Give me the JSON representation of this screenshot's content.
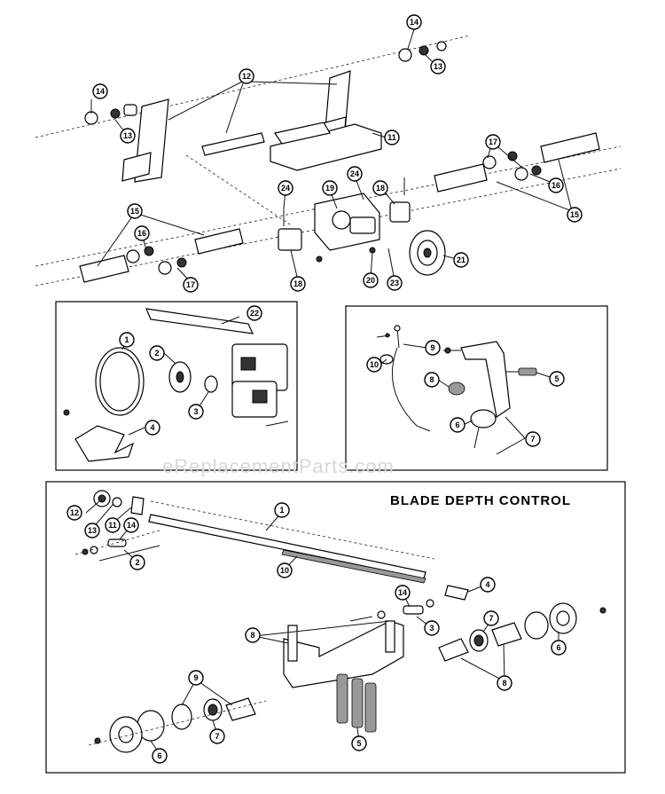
{
  "watermark": "eReplacementParts.com",
  "panels": {
    "blade_depth_control": {
      "title": "BLADE DEPTH CONTROL"
    }
  },
  "callouts_top": [
    {
      "id": "t14a",
      "label": "14"
    },
    {
      "id": "t13a",
      "label": "13"
    },
    {
      "id": "t12",
      "label": "12"
    },
    {
      "id": "t14b",
      "label": "14"
    },
    {
      "id": "t13b",
      "label": "13"
    },
    {
      "id": "t11",
      "label": "11"
    },
    {
      "id": "t17a",
      "label": "17"
    },
    {
      "id": "t16a",
      "label": "16"
    },
    {
      "id": "t15a",
      "label": "15"
    },
    {
      "id": "t24a",
      "label": "24"
    },
    {
      "id": "t19",
      "label": "19"
    },
    {
      "id": "t24b",
      "label": "24"
    },
    {
      "id": "t18a",
      "label": "18"
    },
    {
      "id": "t15b",
      "label": "15"
    },
    {
      "id": "t16b",
      "label": "16"
    },
    {
      "id": "t17b",
      "label": "17"
    },
    {
      "id": "t18b",
      "label": "18"
    },
    {
      "id": "t20",
      "label": "20"
    },
    {
      "id": "t23",
      "label": "23"
    },
    {
      "id": "t21",
      "label": "21"
    }
  ],
  "callouts_belt": [
    {
      "id": "b22",
      "label": "22"
    },
    {
      "id": "b1",
      "label": "1"
    },
    {
      "id": "b2",
      "label": "2"
    },
    {
      "id": "b3",
      "label": "3"
    },
    {
      "id": "b4",
      "label": "4"
    }
  ],
  "callouts_control": [
    {
      "id": "c9",
      "label": "9"
    },
    {
      "id": "c10",
      "label": "10"
    },
    {
      "id": "c8",
      "label": "8"
    },
    {
      "id": "c5",
      "label": "5"
    },
    {
      "id": "c6",
      "label": "6"
    },
    {
      "id": "c7",
      "label": "7"
    }
  ],
  "callouts_depth": [
    {
      "id": "d1",
      "label": "1"
    },
    {
      "id": "d12",
      "label": "12"
    },
    {
      "id": "d13",
      "label": "13"
    },
    {
      "id": "d11",
      "label": "11"
    },
    {
      "id": "d14a",
      "label": "14"
    },
    {
      "id": "d2",
      "label": "2"
    },
    {
      "id": "d10",
      "label": "10"
    },
    {
      "id": "d4",
      "label": "4"
    },
    {
      "id": "d14b",
      "label": "14"
    },
    {
      "id": "d3",
      "label": "3"
    },
    {
      "id": "d7a",
      "label": "7"
    },
    {
      "id": "d6a",
      "label": "6"
    },
    {
      "id": "d8a",
      "label": "8"
    },
    {
      "id": "d8b",
      "label": "8"
    },
    {
      "id": "d9",
      "label": "9"
    },
    {
      "id": "d7b",
      "label": "7"
    },
    {
      "id": "d6b",
      "label": "6"
    },
    {
      "id": "d5",
      "label": "5"
    }
  ]
}
